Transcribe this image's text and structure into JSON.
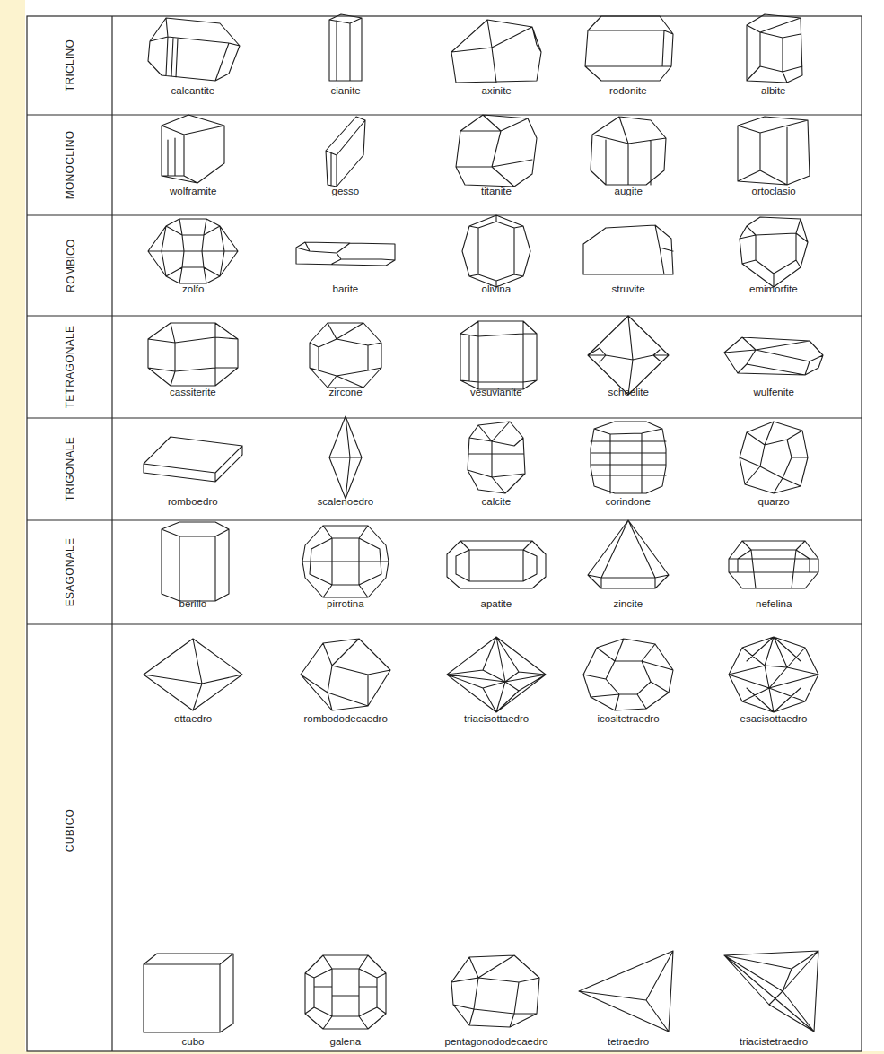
{
  "diagram": {
    "nodes": [
      {
        "text": [
          "TRICLINO",
          "calcantite",
          "cianite",
          "axinite",
          "rodonite",
          "albite"
        ]
      },
      {
        "text": [
          "MONOCLINO",
          "wolframite",
          "gesso",
          "titanite",
          "augite",
          "ortoclasio"
        ]
      },
      {
        "text": [
          "ROMBICO",
          "zolfo",
          "barite",
          "olivina",
          "struvite",
          "emimorfite"
        ]
      },
      {
        "text": [
          "TETRAGONALE",
          "cassiterite",
          "zircone",
          "vesuvianite",
          "scheelite",
          "wulfenite"
        ]
      },
      {
        "text": [
          "TRIGONALE",
          "romboedro",
          "scalenoedro",
          "calcite",
          "corindone",
          "quarzo"
        ]
      },
      {
        "text": [
          "ESAGONALE",
          "berillo",
          "pirrotina",
          "apatite",
          "zincite",
          "nefelina"
        ]
      },
      {
        "text": [
          "CUBICO",
          "ottaedro",
          "rombododecaedro",
          "triacisottaedro",
          "icositetraedro",
          "esacisottaedro",
          "cubo",
          "galena",
          "pentagonododecaedro",
          "tetraedro",
          "triacistetraedro"
        ]
      }
    ]
  }
}
